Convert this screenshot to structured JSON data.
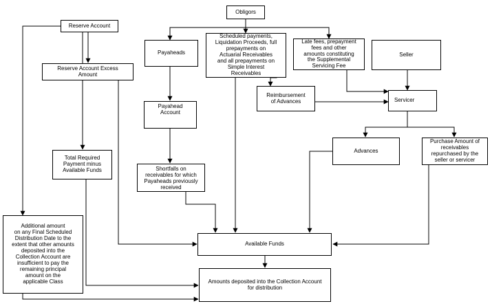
{
  "nodes": {
    "obligors": "Obligors",
    "reserve_account": "Reserve Account",
    "reserve_excess": "Reserve Account Excess\nAmount",
    "payaheads": "Payaheads",
    "scheduled_payments": "Scheduled payments,\nLiquidation Proceeds, full\nprepayments on\nActuarial Receivables\nand all prepayments on\nSimple Interest\nReceivables",
    "late_fees": "Late fees, prepayment\nfees and other\namounts constituting\nthe Supplemental\nServicing Fee",
    "seller": "Seller",
    "reimbursement": "Reimbursement\nof Advances",
    "servicer": "Servicer",
    "payahead_account": "Payahead\nAccount",
    "advances": "Advances",
    "purchase_amount": "Purchase Amount of\nreceivables\nrepurchased by the\nseller or servicer",
    "total_required": "Total Required\nPayment minus\nAvailable Funds",
    "shortfalls": "Shortfalls on\nreceivables for which\nPayaheads previously\nreceived",
    "additional_amount": "Additional amount\non any Final Scheduled\nDistribution Date to the\nextent that other amounts\ndeposited into the\nCollection Account are\ninsufficient to pay the\nremaining principal\namount on the\napplicable Class",
    "available_funds": "Available Funds",
    "amounts_deposited": "Amounts deposited into the Collection Account\nfor distribution"
  }
}
